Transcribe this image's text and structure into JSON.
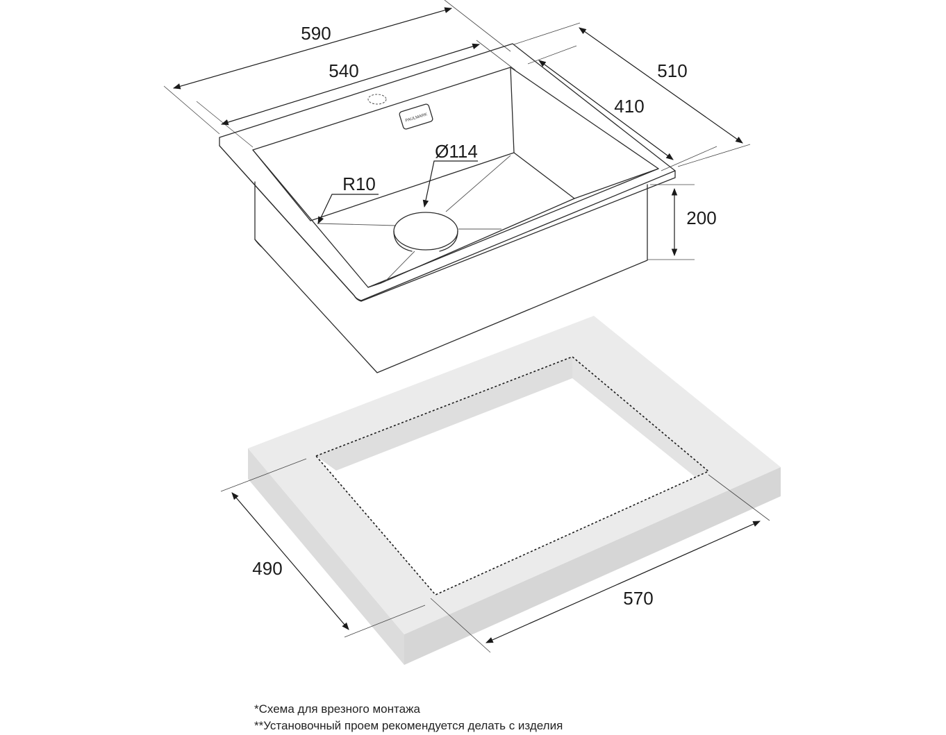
{
  "sink": {
    "dimensions": {
      "outer_width": "590",
      "inner_width": "540",
      "outer_depth": "510",
      "inner_depth": "410",
      "bowl_height": "200",
      "drain_diameter": "Ø114",
      "corner_radius": "R10"
    },
    "badge_text": "PAULMARK"
  },
  "cutout": {
    "width": "570",
    "depth": "490"
  },
  "notes": {
    "line1": "*Схема для врезного монтажа",
    "line2": "**Установочный проем рекомендуется делать с изделия"
  },
  "colors": {
    "line": "#2b2b2b",
    "countertop_top": "#ebebeb",
    "countertop_side": "#dcdcdc"
  }
}
